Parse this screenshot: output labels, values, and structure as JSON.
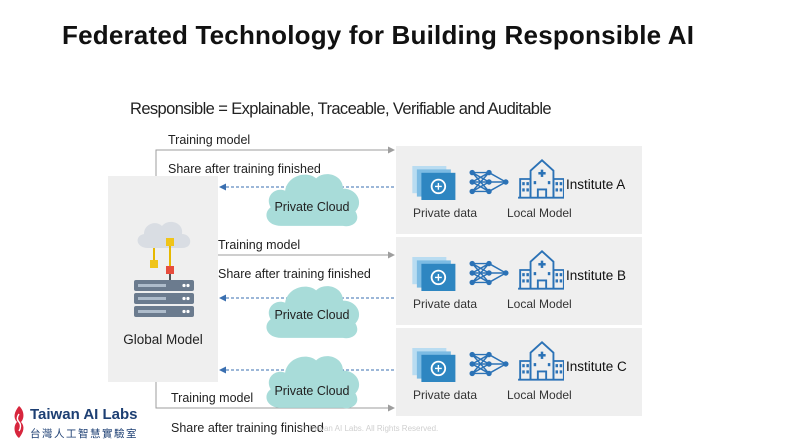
{
  "title": "Federated Technology for Building Responsible AI",
  "subtitle": "Responsible = Explainable, Traceable, Verifiable and Auditable",
  "global": {
    "label": "Global Model"
  },
  "institutes": [
    {
      "name": "Institute A",
      "private_data": "Private data",
      "local_model": "Local Model"
    },
    {
      "name": "Institute B",
      "private_data": "Private data",
      "local_model": "Local Model"
    },
    {
      "name": "Institute C",
      "private_data": "Private data",
      "local_model": "Local Model"
    }
  ],
  "flows": {
    "training_model": "Training model",
    "share_after": "Share after training finished",
    "private_cloud": "Private Cloud"
  },
  "colors": {
    "panel_bg": "#efefef",
    "cloud": "#a8dcd9",
    "data_icon": "#2e86c1",
    "arrow_solid": "#9e9e9e",
    "arrow_dashed": "#3a6fb0",
    "logo_blue": "#1d3f73"
  },
  "footer": {
    "logo_en": "Taiwan AI Labs",
    "logo_zh": "台灣人工智慧實驗室",
    "copyright": "© Taiwan AI Labs. All Rights Reserved."
  }
}
